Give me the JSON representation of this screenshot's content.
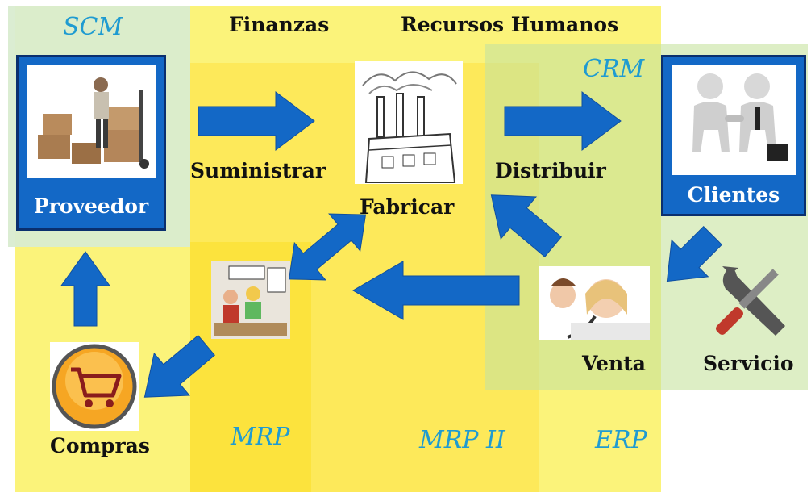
{
  "zones": {
    "scm": "SCM",
    "crm": "CRM",
    "mrp": "MRP",
    "mrp2": "MRP II",
    "erp": "ERP"
  },
  "departments": {
    "finanzas": "Finanzas",
    "rrhh": "Recursos Humanos"
  },
  "nodes": {
    "proveedor": "Proveedor",
    "clientes": "Clientes",
    "suministrar": "Suministrar",
    "fabricar": "Fabricar",
    "distribuir": "Distribuir",
    "venta": "Venta",
    "servicio": "Servicio",
    "compras": "Compras"
  },
  "colors": {
    "erp_yellow": "#fbf37a",
    "mrp2_yellow": "#fde95a",
    "mrp_yellow": "#fce33d",
    "scm_green": "#d9ecd0",
    "crm_green": "#cfe6b0",
    "arrow_blue": "#1368c6",
    "zone_text": "#1f9bd1"
  }
}
